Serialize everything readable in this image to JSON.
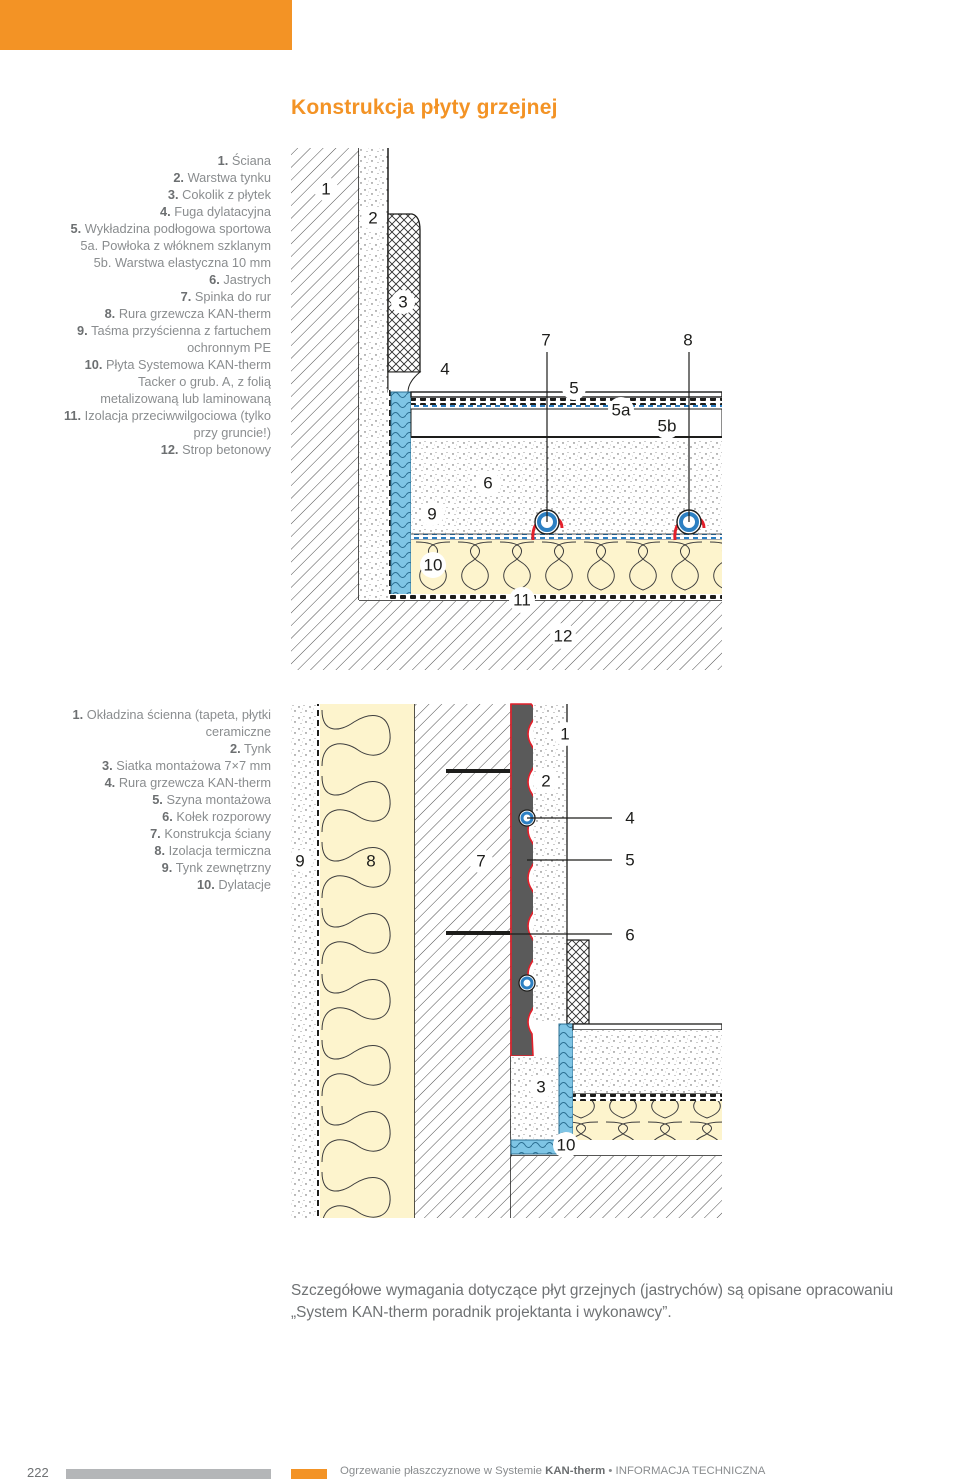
{
  "header": {
    "title": "Konstrukcja płyty grzejnej"
  },
  "legend_floor": [
    {
      "num": "1.",
      "text": "Ściana"
    },
    {
      "num": "2.",
      "text": "Warstwa tynku"
    },
    {
      "num": "3.",
      "text": "Cokolik z płytek"
    },
    {
      "num": "4.",
      "text": "Fuga dylatacyjna"
    },
    {
      "num": "5.",
      "text": "Wykładzina podłogowa sportowa"
    },
    {
      "num": "",
      "text": "5a. Powłoka z włóknem szklanym"
    },
    {
      "num": "",
      "text": "5b. Warstwa elastyczna 10 mm"
    },
    {
      "num": "6.",
      "text": "Jastrych"
    },
    {
      "num": "7.",
      "text": "Spinka do rur"
    },
    {
      "num": "8.",
      "text": "Rura grzewcza KAN-therm"
    },
    {
      "num": "9.",
      "text": "Taśma przyścienna z fartuchem ochronnym PE"
    },
    {
      "num": "10.",
      "text": "Płyta Systemowa KAN-therm Tacker o grub. A, z folią metalizowaną lub laminowaną"
    },
    {
      "num": "11.",
      "text": "Izolacja przeciwwilgociowa (tylko przy gruncie!)"
    },
    {
      "num": "12.",
      "text": "Strop betonowy"
    }
  ],
  "legend_wall": [
    {
      "num": "1.",
      "text": "Okładzina ścienna (tapeta, płytki ceramiczne"
    },
    {
      "num": "2.",
      "text": "Tynk"
    },
    {
      "num": "3.",
      "text": "Siatka montażowa 7×7 mm"
    },
    {
      "num": "4.",
      "text": "Rura grzewcza KAN-therm"
    },
    {
      "num": "5.",
      "text": "Szyna montażowa"
    },
    {
      "num": "6.",
      "text": "Kołek rozporowy"
    },
    {
      "num": "7.",
      "text": "Konstrukcja ściany"
    },
    {
      "num": "8.",
      "text": "Izolacja termiczna"
    },
    {
      "num": "9.",
      "text": "Tynk zewnętrzny"
    },
    {
      "num": "10.",
      "text": "Dylatacje"
    }
  ],
  "callouts_floor": [
    "1",
    "2",
    "3",
    "4",
    "5",
    "5a",
    "5b",
    "6",
    "7",
    "8",
    "9",
    "10",
    "11",
    "12"
  ],
  "callouts_wall": [
    "1",
    "2",
    "3",
    "4",
    "5",
    "6",
    "7",
    "8",
    "9",
    "10"
  ],
  "note": {
    "line1": "Szczegółowe wymagania dotyczące płyt grzejnych (jastrychów) są opisane opracowaniu",
    "line2": "„System KAN-therm poradnik projektanta i wykonawcy”."
  },
  "footer": {
    "page_number": "222",
    "text_before": "Ogrzewanie płaszczyznowe w Systemie ",
    "brand": "KAN-therm",
    "text_after": " • INFORMACJA TECHNICZNA"
  },
  "colors": {
    "accent": "#f39325",
    "insulation": "#fdf4cd",
    "edge_strip": "#7fc5e5",
    "pipe_blue": "#2c7fc2",
    "clip_red": "#e3202b",
    "rail_grey": "#5a5a5a"
  }
}
